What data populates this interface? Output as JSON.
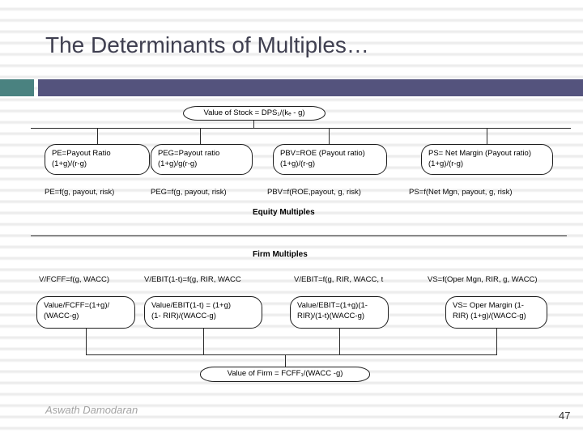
{
  "slide": {
    "title": "The Determinants of Multiples…",
    "footer_author": "Aswath Damodaran",
    "page_number": "47"
  },
  "theme": {
    "accent_teal": "#4a8280",
    "accent_purple": "#54537d",
    "title_color": "#3f3f50"
  },
  "diagram": {
    "root": {
      "label": "Value of Stock = DPS₁/(kₑ - g)"
    },
    "equity": {
      "section_label": "Equity Multiples",
      "boxes": [
        {
          "line1": "PE=Payout Ratio",
          "line2": "(1+g)/(r-g)"
        },
        {
          "line1": "PEG=Payout ratio",
          "line2": "(1+g)/g(r-g)"
        },
        {
          "line1": "PBV=ROE (Payout ratio)",
          "line2": "(1+g)/(r-g)"
        },
        {
          "line1": "PS= Net Margin (Payout ratio)",
          "line2": "(1+g)/(r-g)"
        }
      ],
      "functions": [
        "PE=f(g, payout, risk)",
        "PEG=f(g, payout, risk)",
        "PBV=f(ROE,payout, g, risk)",
        "PS=f(Net Mgn, payout, g, risk)"
      ]
    },
    "firm": {
      "section_label": "Firm Multiples",
      "functions": [
        "V/FCFF=f(g, WACC)",
        "V/EBIT(1-t)=f(g, RIR, WACC",
        "V/EBIT=f(g, RIR, WACC, t",
        "VS=f(Oper Mgn, RIR, g, WACC)"
      ],
      "boxes": [
        {
          "line1": "Value/FCFF=(1+g)/",
          "line2": "(WACC-g)"
        },
        {
          "line1": "Value/EBIT(1-t) = (1+g)",
          "line2": "(1- RIR)/(WACC-g)"
        },
        {
          "line1": "Value/EBIT=(1+g)(1-",
          "line2": "RIR)/(1-t)(WACC-g)"
        },
        {
          "line1": "VS= Oper Margin (1-",
          "line2": "RIR) (1+g)/(WACC-g)"
        }
      ],
      "root": {
        "label": "Value of Firm = FCFF₁/(WACC -g)"
      }
    }
  }
}
